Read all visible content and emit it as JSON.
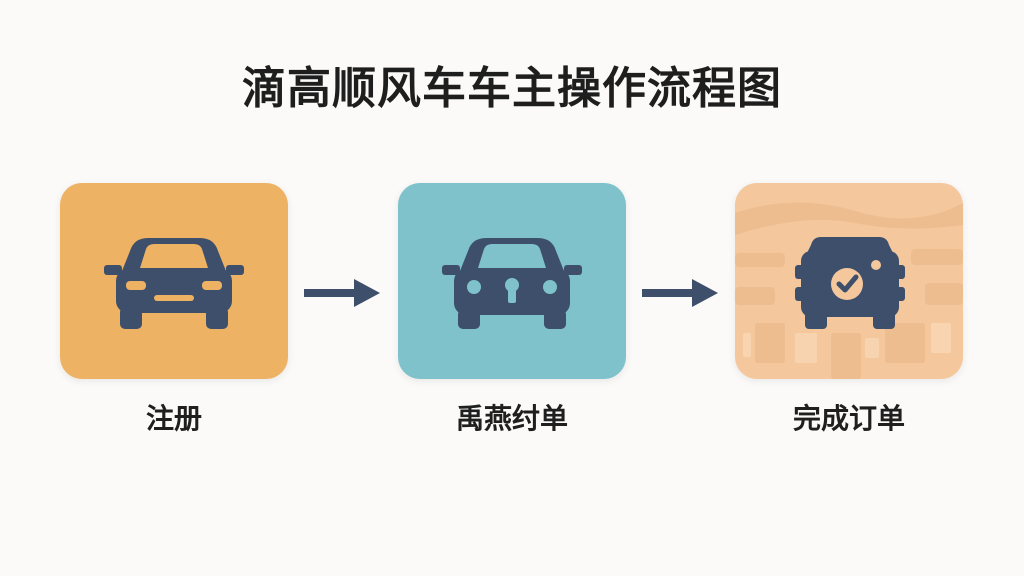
{
  "title": "滴高顺风车车主操作流程图",
  "steps": [
    {
      "label": "注册",
      "icon": "car-icon",
      "color": "#eeb264"
    },
    {
      "label": "禹燕纣单",
      "icon": "car-keyhole-icon",
      "color": "#7fc2cc"
    },
    {
      "label": "完成订单",
      "icon": "vehicle-check-icon",
      "color": "#f4c79c"
    }
  ],
  "colors": {
    "icon": "#3d4f6b",
    "arrow": "#3d4f6b",
    "background": "#fbfaf8"
  }
}
